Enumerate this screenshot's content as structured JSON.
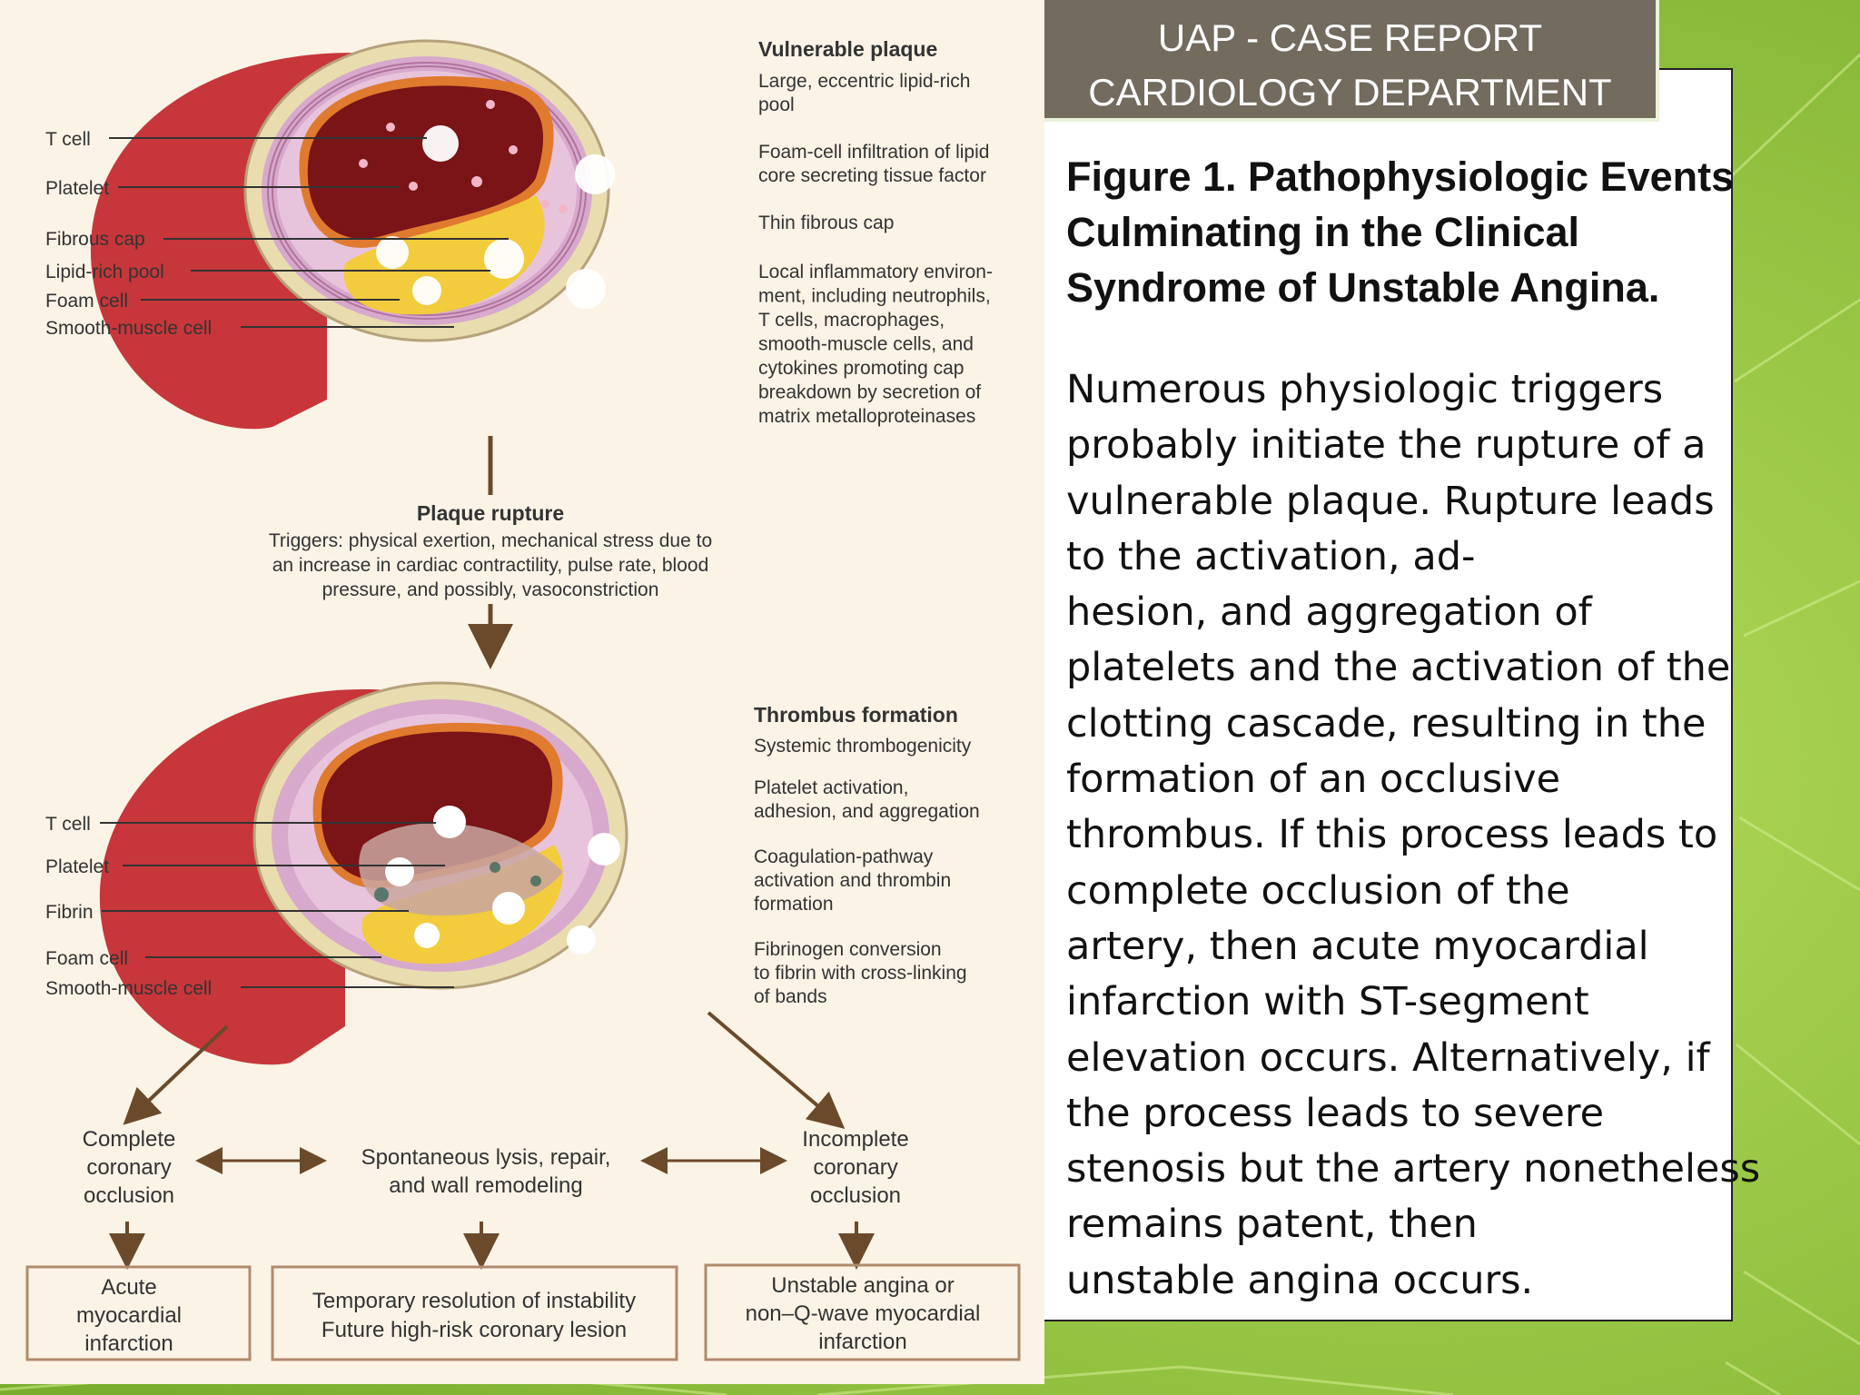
{
  "header": {
    "line1": "UAP - CASE REPORT",
    "line2": "CARDIOLOGY DEPARTMENT"
  },
  "caption": {
    "title": "Figure 1. Pathophysiologic Events\nCulminating in the Clinical\nSyndrome of Unstable Angina.",
    "body": "Numerous physiologic triggers\nprobably initiate the rupture of a\nvulnerable plaque. Rupture leads\nto the activation, ad-\nhesion, and aggregation of\nplatelets and the activation of the\nclotting cascade, resulting in the\nformation of an occlusive\nthrombus. If this process leads to\ncomplete occlusion of the\nartery, then acute myocardial\ninfarction with ST-segment\nelevation occurs. Alternatively, if\nthe process leads to severe\nstenosis but the artery nonetheless\nremains patent, then\nunstable angina occurs."
  },
  "diagram": {
    "top_left_labels": [
      "T cell",
      "Platelet",
      "Fibrous cap",
      "Lipid-rich pool",
      "Foam cell",
      "Smooth-muscle cell"
    ],
    "vulnerable": {
      "heading": "Vulnerable plaque",
      "items": [
        "Large, eccentric lipid-rich\npool",
        "Foam-cell infiltration of lipid\ncore secreting tissue factor",
        "Thin fibrous cap",
        "Local inflammatory environ-\nment, including neutrophils,\nT cells, macrophages,\nsmooth-muscle cells, and\ncytokines promoting cap\nbreakdown by secretion of\nmatrix metalloproteinases"
      ]
    },
    "rupture": {
      "heading": "Plaque rupture",
      "text": "Triggers: physical exertion, mechanical stress due to\nan increase in cardiac contractility, pulse rate, blood\npressure, and possibly, vasoconstriction"
    },
    "bottom_left_labels": [
      "T cell",
      "Platelet",
      "Fibrin",
      "Foam cell",
      "Smooth-muscle cell"
    ],
    "thrombus": {
      "heading": "Thrombus formation",
      "items": [
        "Systemic thrombogenicity",
        "Platelet activation,\nadhesion, and aggregation",
        "Coagulation-pathway\nactivation and thrombin\nformation",
        "Fibrinogen conversion\nto fibrin with cross-linking\nof bands"
      ]
    },
    "outcomes": {
      "complete": "Complete\ncoronary\nocclusion",
      "spontaneous": "Spontaneous lysis, repair,\nand wall remodeling",
      "incomplete": "Incomplete\ncoronary\nocclusion"
    },
    "boxes": {
      "ami": "Acute\nmyocardial\ninfarction",
      "temporary": "Temporary resolution of instability\nFuture high-risk coronary lesion",
      "ua": "Unstable angina or\nnon–Q-wave myocardial\ninfarction"
    }
  },
  "colors": {
    "background_green": "#8fc03a",
    "banner": "#726b5e",
    "panel": "#fbf3e6",
    "lumen": "#7a1416",
    "lipid": "#f2cc3c",
    "vessel": "#c7363a"
  }
}
